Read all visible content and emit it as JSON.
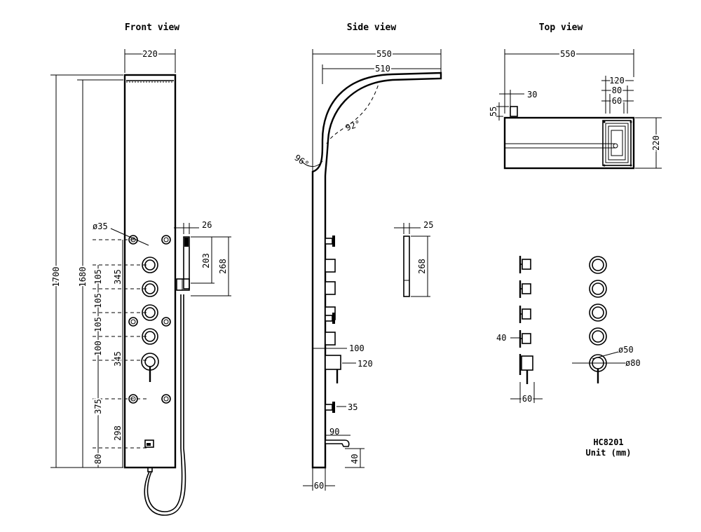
{
  "views": {
    "front": "Front view",
    "side": "Side view",
    "top": "Top view"
  },
  "front": {
    "width": "220",
    "height_total": "1700",
    "height_inner": "1680",
    "hand_dia": "ø35",
    "hs_offset": "26",
    "hs_203": "203",
    "hs_268": "268",
    "spacing": [
      "105",
      "345",
      "105",
      "105",
      "100",
      "345",
      "375",
      "298",
      "80"
    ]
  },
  "side": {
    "width_550": "550",
    "width_510": "510",
    "angle_92": "92°",
    "angle_96": "96°",
    "d100": "100",
    "d120": "120",
    "d35": "35",
    "d90": "90",
    "d40": "40",
    "d60": "60",
    "hs_25": "25",
    "hs_268": "268"
  },
  "top": {
    "width_550": "550",
    "d120": "120",
    "d80": "80",
    "d60": "60",
    "d30": "30",
    "d55": "55",
    "d220": "220"
  },
  "details": {
    "d40": "40",
    "d60": "60",
    "dia50": "ø50",
    "dia80": "ø80"
  },
  "model": "HC8201",
  "unit": "Unit (mm)"
}
